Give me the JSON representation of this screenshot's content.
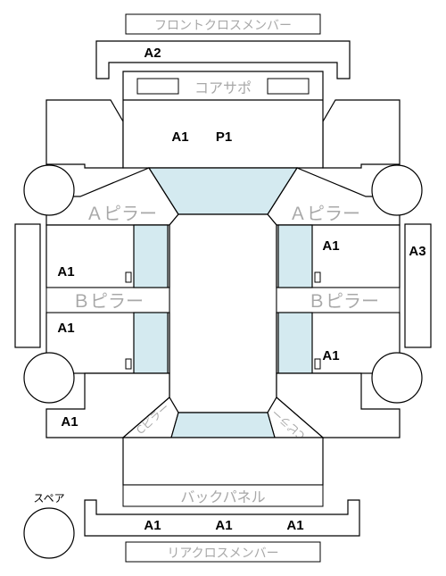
{
  "labels": {
    "front_cross_member": "フロントクロスメンバー",
    "core_support": "コアサポ",
    "a_pillar_left": "Ａピラー",
    "a_pillar_right": "Ａピラー",
    "b_pillar_left": "Ｂピラー",
    "b_pillar_right": "Ｂピラー",
    "back_panel": "バックパネル",
    "rear_cross_member": "リアクロスメンバー",
    "spare": "スペア",
    "c_pillar_left": "Cピラー",
    "c_pillar_right": "Cピラー"
  },
  "codes": {
    "front_member": "A2",
    "front_a": "A1",
    "front_p": "P1",
    "left_front_door": "A1",
    "left_rear_door": "A1",
    "left_rear_quarter": "A1",
    "right_front_door": "A1",
    "right_rear_door": "A1",
    "right_side": "A3",
    "rear_left": "A1",
    "rear_center": "A1",
    "rear_right": "A1"
  },
  "colors": {
    "glass": "#d4eaf0",
    "label_grey": "#a8a8a8",
    "outline": "#000000"
  }
}
